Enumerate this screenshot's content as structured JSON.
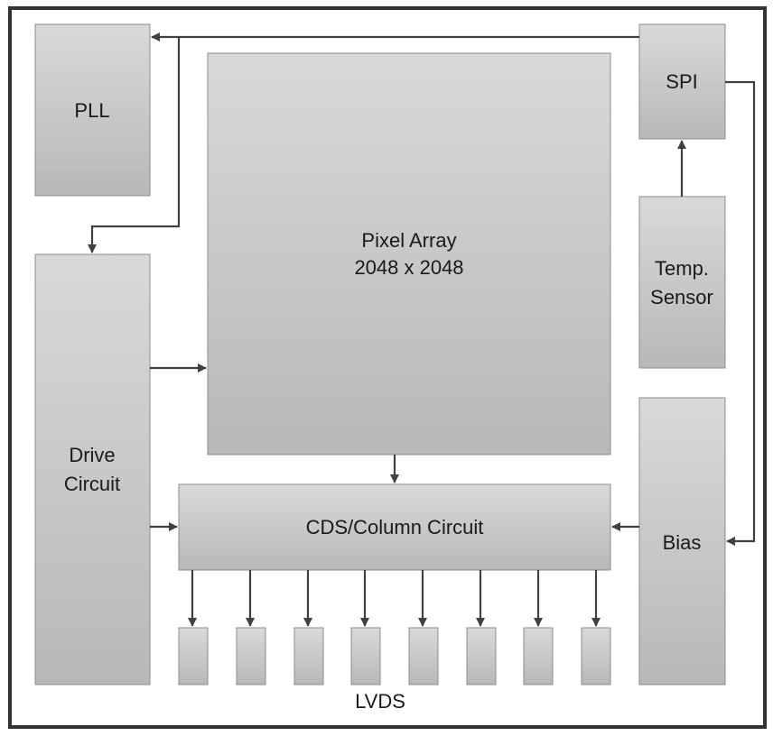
{
  "blocks": {
    "pll": "PLL",
    "spi": "SPI",
    "pixel_array_line1": "Pixel Array",
    "pixel_array_line2": "2048 x 2048",
    "temp_sensor_line1": "Temp.",
    "temp_sensor_line2": "Sensor",
    "drive_circuit_line1": "Drive",
    "drive_circuit_line2": "Circuit",
    "cds_column": "CDS/Column Circuit",
    "bias": "Bias"
  },
  "lvds": {
    "label": "LVDS",
    "channel_count": 8
  },
  "colors": {
    "block_top": "#d9d9d9",
    "block_bottom": "#b8b8b8",
    "block_border": "#8c8c8c",
    "arrow": "#404040",
    "chip_border": "#333333"
  }
}
